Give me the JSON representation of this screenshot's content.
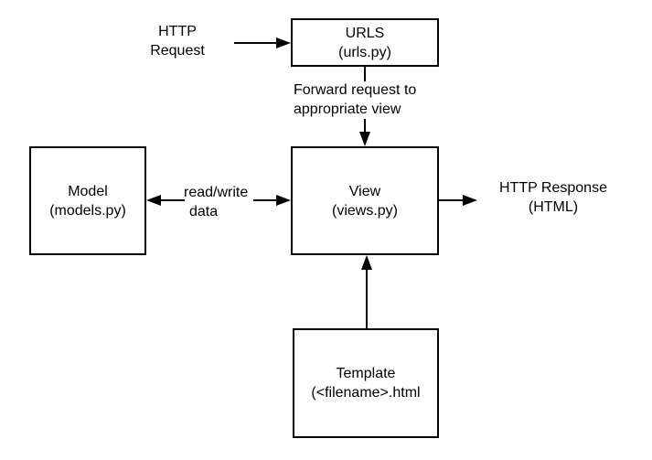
{
  "diagram": {
    "description": "Django MVT request/response flow diagram",
    "colors": {
      "background": "#ffffff",
      "line": "#000000",
      "text": "#000000"
    },
    "nodes": {
      "urls": {
        "title": "URLS",
        "subtitle": "(urls.py)"
      },
      "model": {
        "title": "Model",
        "subtitle": "(models.py)"
      },
      "view": {
        "title": "View",
        "subtitle": "(views.py)"
      },
      "template": {
        "title": "Template",
        "subtitle": "(<filename>.html"
      }
    },
    "labels": {
      "http_request": {
        "line1": "HTTP",
        "line2": "Request"
      },
      "forward": {
        "line1": "Forward request to",
        "line2": "appropriate view"
      },
      "read_write": {
        "line1": "read/write",
        "line2": "data"
      },
      "http_response": {
        "line1": "HTTP Response",
        "line2": "(HTML)"
      }
    },
    "edges": [
      {
        "from": "http-request-label",
        "to": "urls-box",
        "direction": "right"
      },
      {
        "from": "urls-box",
        "to": "view-box",
        "direction": "down",
        "label": "Forward request to appropriate view"
      },
      {
        "from": "view-box",
        "to": "model-box",
        "direction": "left",
        "label": "read/write data"
      },
      {
        "from": "read-write-label",
        "to": "view-box",
        "direction": "right"
      },
      {
        "from": "view-box",
        "to": "http-response-label",
        "direction": "right"
      },
      {
        "from": "template-box",
        "to": "view-box",
        "direction": "up"
      }
    ]
  }
}
